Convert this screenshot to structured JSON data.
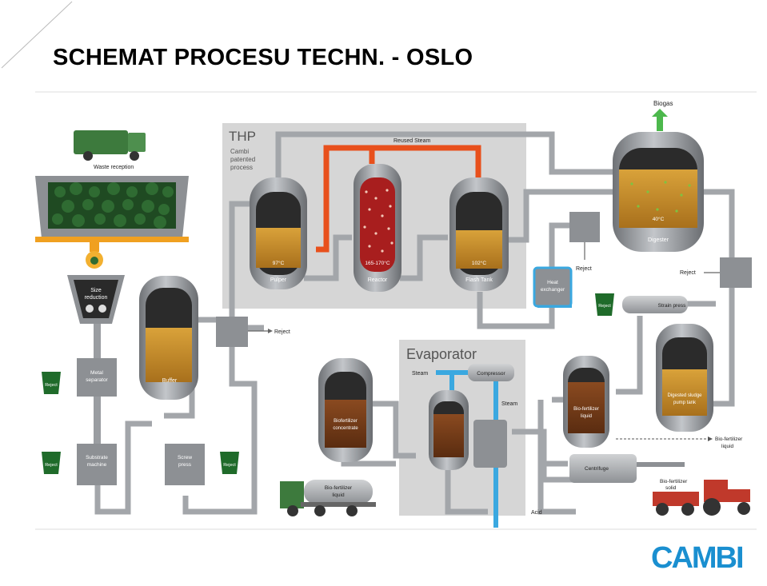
{
  "title": "SCHEMAT PROCESU TECHN. - OSLO",
  "thp": {
    "title": "THP",
    "subtitle_lines": [
      "Cambi",
      "patented",
      "process"
    ]
  },
  "evaporator": {
    "title": "Evaporator"
  },
  "labels": {
    "biogas": "Biogas",
    "reused_steam": "Reused Steam",
    "waste_reception": "Waste reception",
    "size_reduction_1": "Size",
    "size_reduction_2": "reduction",
    "pulper_temp": "97°C",
    "pulper": "Pulper",
    "reactor_temp": "165-170°C",
    "reactor": "Reactor",
    "flash_temp": "102°C",
    "flash_tank": "Flash Tank",
    "digester_temp": "40°C",
    "digester": "Digester",
    "heat_exchanger_1": "Heat",
    "heat_exchanger_2": "exchanger",
    "reject_1": "Reject",
    "reject_2": "Reject",
    "reject_3": "Reject",
    "reject_bin_1": "Reject",
    "reject_bin_2": "Reject",
    "reject_bin_3": "Reject",
    "reject_bin_4": "Reject",
    "buffer": "Buffer",
    "metal_sep_1": "Metal",
    "metal_sep_2": "separator",
    "substrate_1": "Substrate",
    "substrate_2": "machine",
    "screw_1": "Screw",
    "screw_2": "press",
    "strain_press": "Strain press",
    "steam_1": "Steam",
    "steam_2": "Steam",
    "compressor": "Compressor",
    "biofert_conc_1": "Biofertilizer",
    "biofert_conc_2": "concentrate",
    "biofert_liquid_tank_1": "Bio-fertilizer",
    "biofert_liquid_tank_2": "liquid",
    "digested_1": "Digested sludge",
    "digested_2": "pump tank",
    "biofert_liquid_out_1": "Bio-fertilizer",
    "biofert_liquid_out_2": "liquid",
    "centrifuge": "Centrifuge",
    "biofert_solid_1": "Bio-fertilizer",
    "biofert_solid_2": "solid",
    "truck_1": "Bio-fertilizer",
    "truck_2": "liquid",
    "acid": "Acid"
  },
  "logo": {
    "text": "CAMBI"
  },
  "colors": {
    "steam_pipe": "#e8501c",
    "cold_pipe": "#3aa8e0",
    "sludge": "#c8902a",
    "tank": "#8c8f93",
    "box": "#d7d7d7",
    "truck": "#3d7a3d",
    "logo": "#1a8fd0"
  }
}
